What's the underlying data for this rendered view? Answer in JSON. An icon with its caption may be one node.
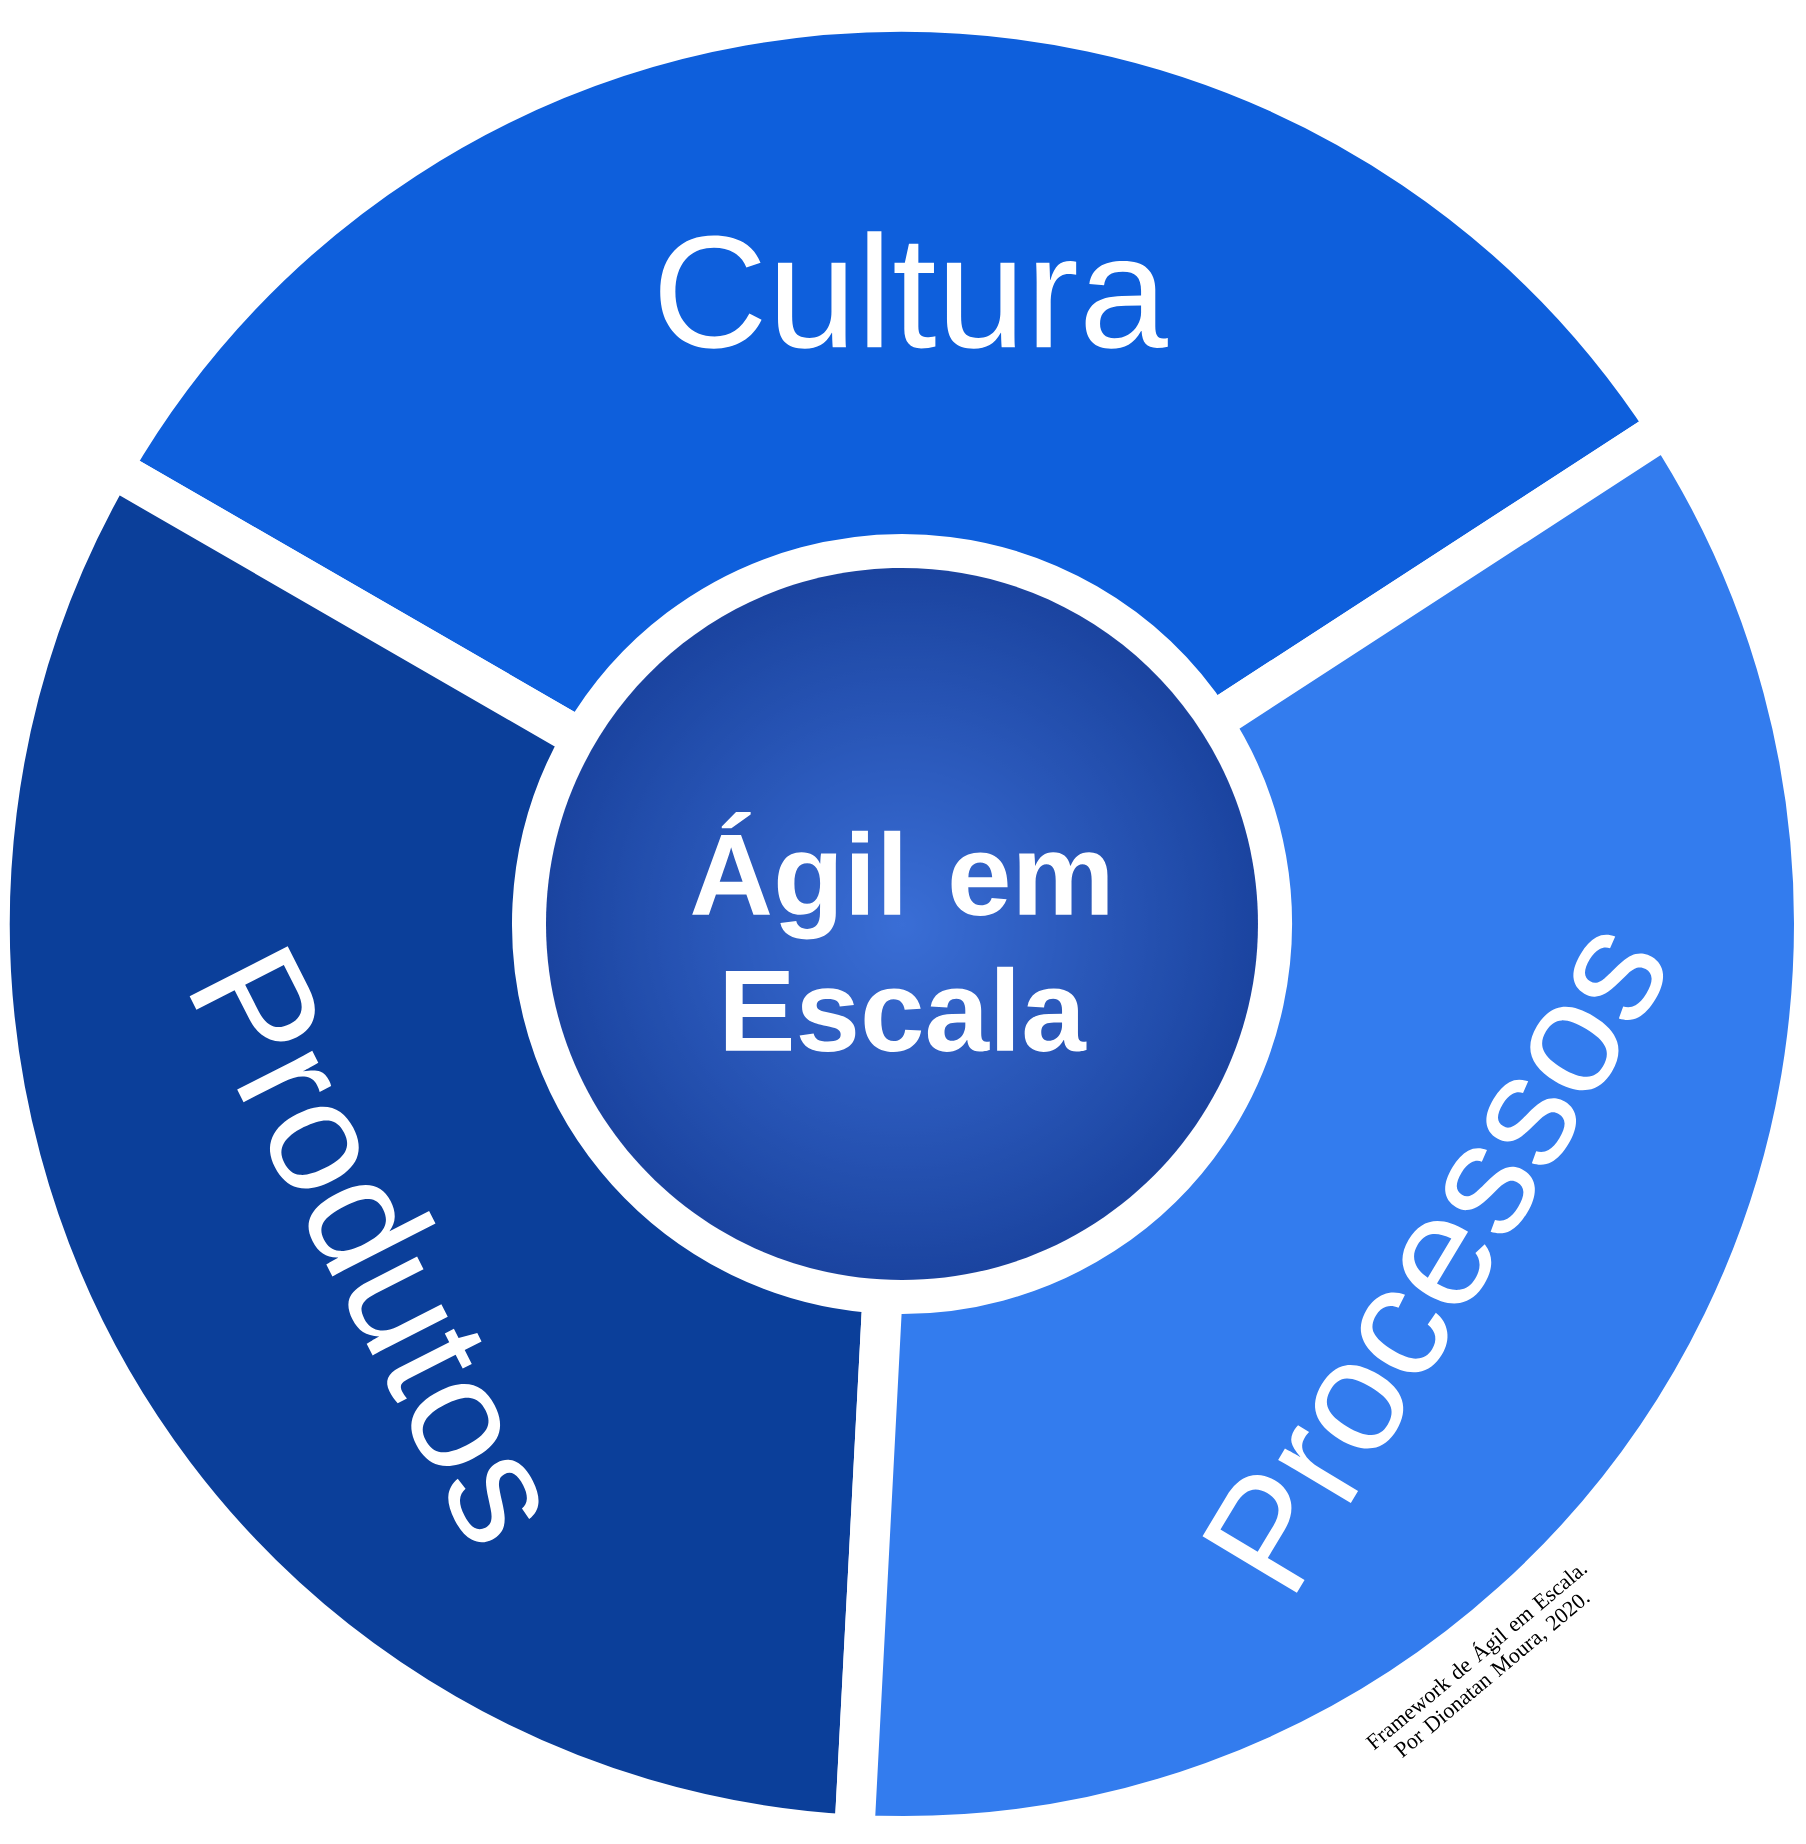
{
  "diagram": {
    "nodes": [
      {
        "text": [
          "Cultura"
        ]
      },
      {
        "text": [
          "Produtos"
        ]
      },
      {
        "text": [
          "Processos"
        ]
      },
      {
        "text": [
          "Ágil em Escala"
        ]
      }
    ],
    "labels": [
      "Framework de Ágil em Escala. Por Dionatan Moura, 2020."
    ]
  }
}
